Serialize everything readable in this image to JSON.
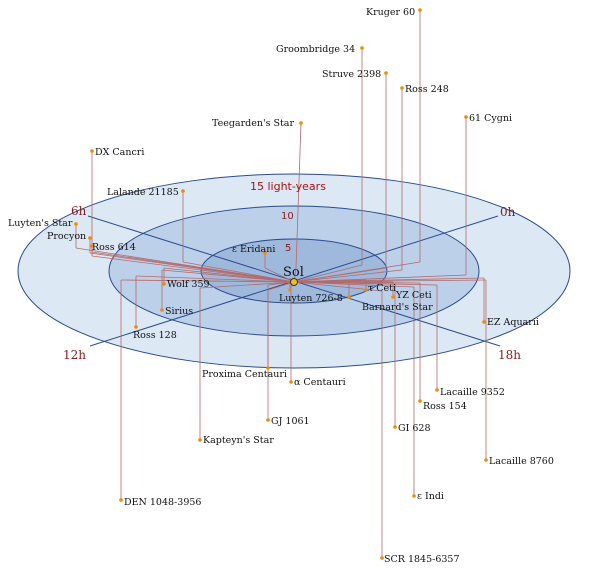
{
  "diagram": {
    "title": "15 light-years",
    "center_label": "Sol",
    "ring_labels": [
      "5",
      "10"
    ],
    "hour_labels": [
      "0h",
      "6h",
      "12h",
      "18h"
    ],
    "colors": {
      "outer_fill": "#dde8f5",
      "middle_fill": "#bcd0ea",
      "inner_fill": "#9fb9dd",
      "ring_stroke": "#2a4c8c",
      "stem": "#b36a6a",
      "star_dot": "#f08a00",
      "sol_dot": "#f2c200",
      "title": "#aa1111",
      "hour_text": "#8b1a1a"
    },
    "stars": [
      {
        "name": "Kruger 60"
      },
      {
        "name": "Groombridge 34"
      },
      {
        "name": "Struve 2398"
      },
      {
        "name": "Ross 248"
      },
      {
        "name": "61 Cygni"
      },
      {
        "name": "Teegarden's Star"
      },
      {
        "name": "DX Cancri"
      },
      {
        "name": "Lalande 21185"
      },
      {
        "name": "Luyten's Star"
      },
      {
        "name": "Procyon"
      },
      {
        "name": "Ross 614"
      },
      {
        "name": "ε Eridani"
      },
      {
        "name": "Wolf 359"
      },
      {
        "name": "Sirius"
      },
      {
        "name": "Ross 128"
      },
      {
        "name": "Luyten 726-8"
      },
      {
        "name": "τ Ceti"
      },
      {
        "name": "YZ Ceti"
      },
      {
        "name": "Barnard's Star"
      },
      {
        "name": "EZ Aquarii"
      },
      {
        "name": "Proxima Centauri"
      },
      {
        "name": "α Centauri"
      },
      {
        "name": "Lacaille 9352"
      },
      {
        "name": "Ross 154"
      },
      {
        "name": "GJ 1061"
      },
      {
        "name": "GI 628"
      },
      {
        "name": "Kapteyn's Star"
      },
      {
        "name": "Lacaille 8760"
      },
      {
        "name": "ε Indi"
      },
      {
        "name": "DEN 1048-3956"
      },
      {
        "name": "SCR 1845-6357"
      }
    ]
  }
}
